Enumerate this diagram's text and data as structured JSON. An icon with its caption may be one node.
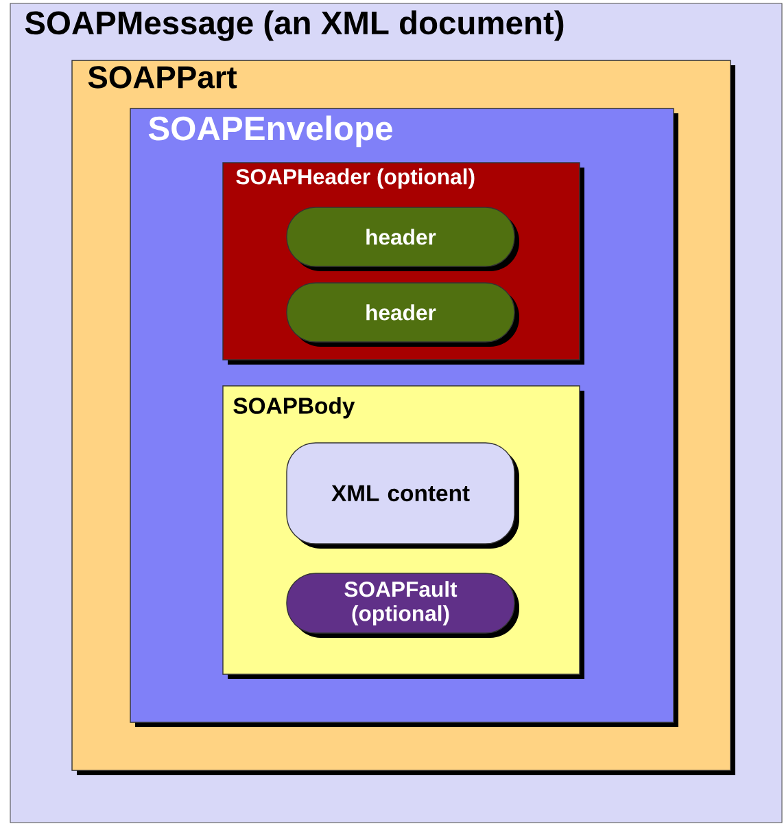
{
  "diagram": {
    "nodes": [
      {
        "text": [
          "SOAPMessage (an XML document)"
        ]
      },
      {
        "text": [
          "SOAPPart"
        ],
        "in": 0
      },
      {
        "text": [
          "SOAPEnvelope"
        ],
        "in": 1
      },
      {
        "text": [
          "SOAPHeader (optional)"
        ],
        "in": 2
      },
      {
        "text": [
          "header"
        ],
        "in": 3
      },
      {
        "text": [
          "header"
        ],
        "in": 3
      },
      {
        "text": [
          "SOAPBody"
        ],
        "in": 2
      },
      {
        "text": [
          "XML content"
        ],
        "in": 6
      },
      {
        "text": [
          "SOAPFault (optional)"
        ],
        "in": 6
      }
    ]
  }
}
